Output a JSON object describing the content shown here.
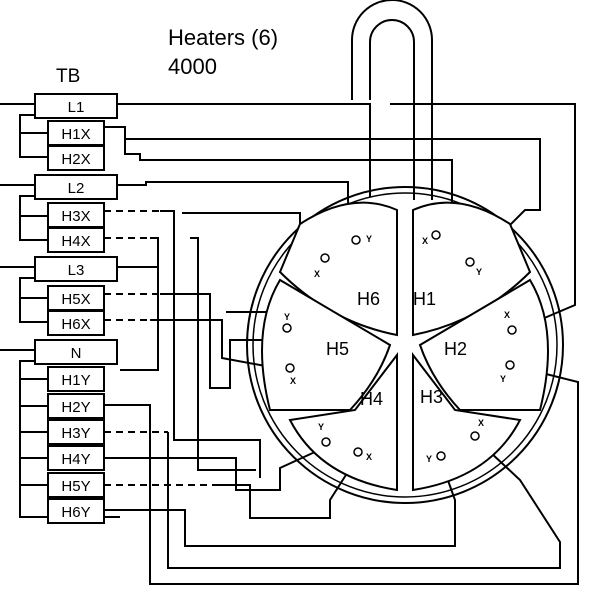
{
  "title_line1": "Heaters (6)",
  "title_line2": "4000",
  "terminal_block_label": "TB",
  "terminals": {
    "L1": "L1",
    "H1X": "H1X",
    "H2X": "H2X",
    "L2": "L2",
    "H3X": "H3X",
    "H4X": "H4X",
    "L3": "L3",
    "H5X": "H5X",
    "H6X": "H6X",
    "N": "N",
    "H1Y": "H1Y",
    "H2Y": "H2Y",
    "H3Y": "H3Y",
    "H4Y": "H4Y",
    "H5Y": "H5Y",
    "H6Y": "H6Y"
  },
  "heaters": {
    "H1": "H1",
    "H2": "H2",
    "H3": "H3",
    "H4": "H4",
    "H5": "H5",
    "H6": "H6"
  },
  "pin_labels": {
    "x": "X",
    "y": "Y"
  }
}
